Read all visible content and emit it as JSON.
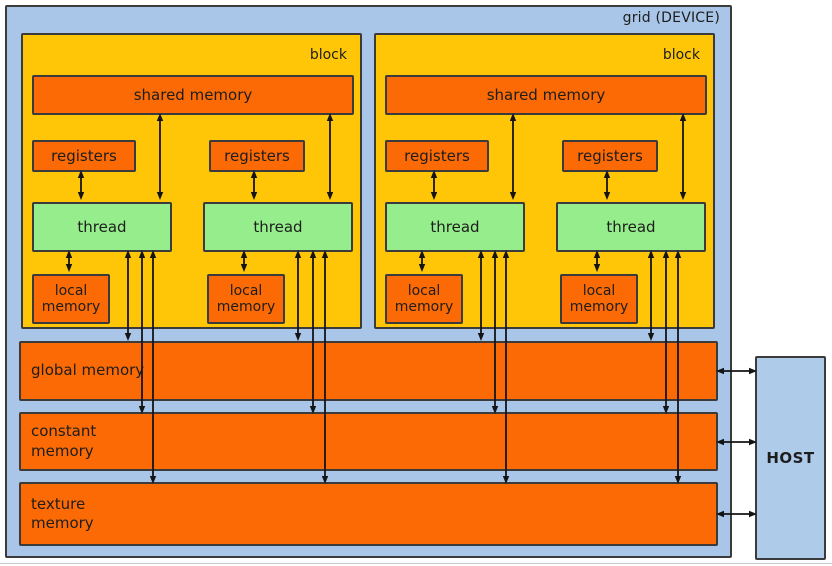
{
  "diagram": {
    "device_label": "grid (DEVICE)",
    "host_label": "HOST",
    "block_label": "block",
    "box_labels": {
      "shared_memory": "shared memory",
      "registers": "registers",
      "thread": "thread",
      "local_memory": "local memory"
    },
    "memory_bars": [
      {
        "label": "global memory"
      },
      {
        "label": "constant memory"
      },
      {
        "label": "texture memory"
      }
    ],
    "colors": {
      "device_fill": "#a9c6e8",
      "block_fill": "#ffc607",
      "memory_fill": "#fb6a04",
      "thread_fill": "#95ee8b",
      "host_fill": "#afcbea",
      "border": "#3b3b3b",
      "arrow": "#141414"
    }
  }
}
